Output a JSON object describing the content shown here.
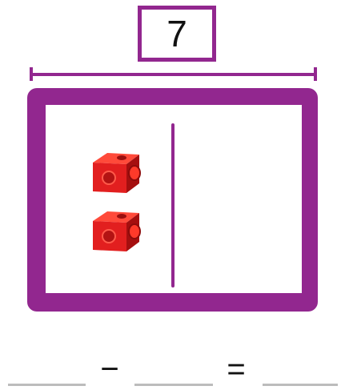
{
  "total": {
    "value": "7"
  },
  "operators": {
    "minus": "−",
    "equals": "="
  },
  "colors": {
    "frame": "#92278f",
    "cube": "#e21f1f",
    "blank_line": "#bcbcbc"
  },
  "frame": {
    "left_section": {
      "cube_count": 2
    },
    "right_section": {
      "cube_count": 0
    }
  },
  "equation_blanks": [
    "",
    "",
    ""
  ]
}
